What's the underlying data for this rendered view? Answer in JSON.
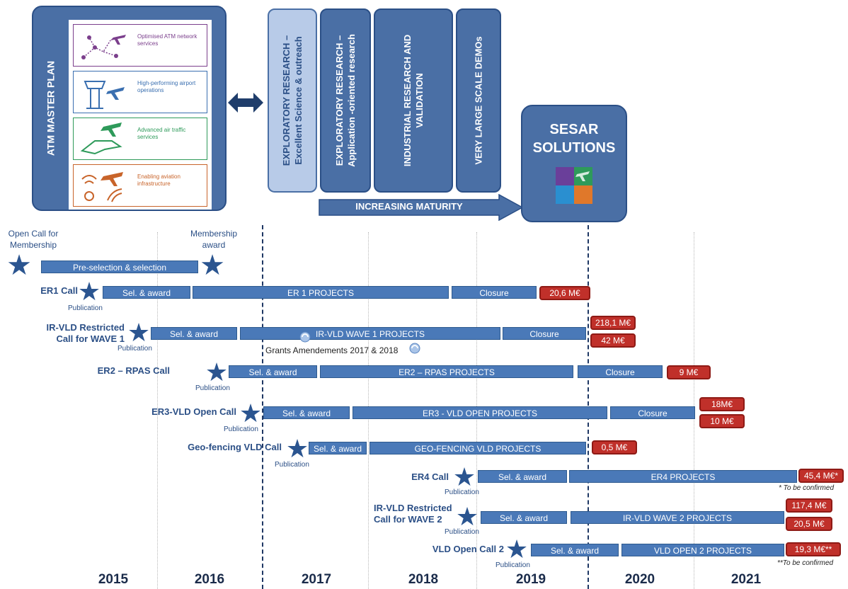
{
  "master_plan": {
    "title": "ATM MASTER PLAN",
    "items": [
      {
        "label": "Optimised ATM network services",
        "color": "#7b3f8c"
      },
      {
        "label": "High-performing airport operations",
        "color": "#3a6fb0"
      },
      {
        "label": "Advanced air traffic services",
        "color": "#2e9a5a"
      },
      {
        "label": "Enabling aviation infrastructure",
        "color": "#c8642a"
      }
    ]
  },
  "research_columns": [
    {
      "label": "EXPLORATORY RESEARCH –\nExcellent Science & outreach"
    },
    {
      "label": "EXPLORATORY RESEARCH –\nApplication -oriented research"
    },
    {
      "label": "INDUSTRIAL RESEARCH AND\nVALIDATION"
    },
    {
      "label": "VERY LARGE SCALE DEMOs"
    }
  ],
  "maturity_arrow": "INCREASING MATURITY",
  "solutions": {
    "line1": "SESAR",
    "line2": "SOLUTIONS"
  },
  "years": [
    "2015",
    "2016",
    "2017",
    "2018",
    "2019",
    "2020",
    "2021"
  ],
  "membership": {
    "open_call": "Open Call for\nMembership",
    "award": "Membership\naward",
    "preselection": "Pre-selection & selection"
  },
  "publication_label": "Publication",
  "grants_amendments": "Grants Amendements 2017 & 2018",
  "calls": [
    {
      "name": "ER1 Call",
      "sel": "Sel. & award",
      "projects": "ER 1 PROJECTS",
      "closure": "Closure",
      "budget": [
        "20,6 M€"
      ]
    },
    {
      "name": "IR-VLD Restricted\nCall for WAVE 1",
      "sel": "Sel. & award",
      "projects": "IR-VLD WAVE 1 PROJECTS",
      "closure": "Closure",
      "budget": [
        "218,1 M€",
        "42 M€"
      ]
    },
    {
      "name": "ER2 – RPAS Call",
      "sel": "Sel. & award",
      "projects": "ER2 – RPAS PROJECTS",
      "closure": "Closure",
      "budget": [
        "9 M€"
      ]
    },
    {
      "name": "ER3-VLD Open Call",
      "sel": "Sel. & award",
      "projects": "ER3 - VLD OPEN PROJECTS",
      "closure": "Closure",
      "budget": [
        "18M€",
        "10 M€"
      ]
    },
    {
      "name": "Geo-fencing VLD Call",
      "sel": "Sel. & award",
      "projects": "GEO-FENCING VLD PROJECTS",
      "budget": [
        "0,5 M€"
      ]
    },
    {
      "name": "ER4 Call",
      "sel": "Sel. & award",
      "projects": "ER4 PROJECTS",
      "budget": [
        "45,4 M€*"
      ],
      "note": "* To be confirmed"
    },
    {
      "name": "IR-VLD Restricted\nCall for WAVE 2",
      "sel": "Sel. & award",
      "projects": "IR-VLD WAVE 2 PROJECTS",
      "budget": [
        "117,4 M€",
        "20,5 M€"
      ]
    },
    {
      "name": "VLD Open Call 2",
      "sel": "Sel. & award",
      "projects": "VLD OPEN 2 PROJECTS",
      "budget": [
        "19,3 M€**"
      ],
      "note": "**To be confirmed"
    }
  ]
}
